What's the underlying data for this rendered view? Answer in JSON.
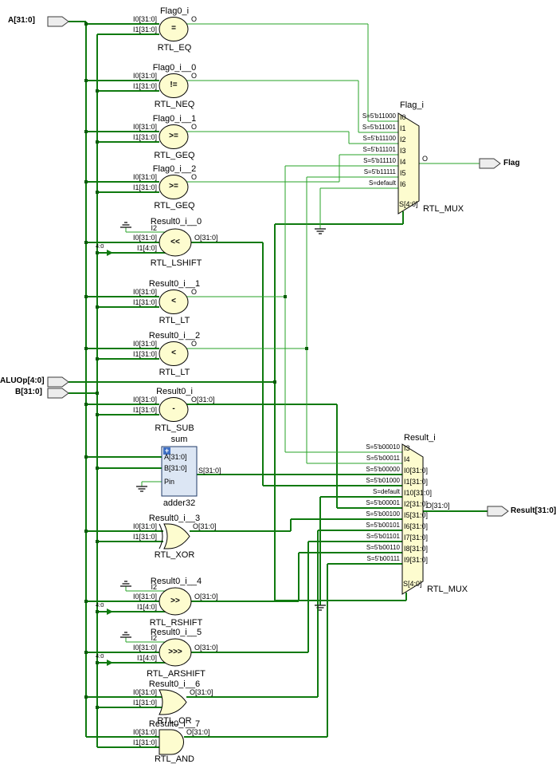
{
  "ports": {
    "a": "A[31:0]",
    "aluop": "ALUOp[4:0]",
    "b": "B[31:0]",
    "flag": "Flag",
    "result": "Result[31:0]"
  },
  "cells": [
    {
      "name": "Flag0_i",
      "type": "RTL_EQ",
      "op": "=",
      "pins": [
        "I0[31:0]",
        "I1[31:0]"
      ],
      "out": "O"
    },
    {
      "name": "Flag0_i__0",
      "type": "RTL_NEQ",
      "op": "!=",
      "pins": [
        "I0[31:0]",
        "I1[31:0]"
      ],
      "out": "O"
    },
    {
      "name": "Flag0_i__1",
      "type": "RTL_GEQ",
      "op": ">=",
      "pins": [
        "I0[31:0]",
        "I1[31:0]"
      ],
      "out": "O"
    },
    {
      "name": "Flag0_i__2",
      "type": "RTL_GEQ",
      "op": ">=",
      "pins": [
        "I0[31:0]",
        "I1[31:0]"
      ],
      "out": "O"
    },
    {
      "name": "Result0_i__0",
      "type": "RTL_LSHIFT",
      "op": "<<",
      "pins": [
        "I2",
        "I0[31:0]",
        "I1[4:0]"
      ],
      "out": "O[31:0]",
      "slice": "4:0"
    },
    {
      "name": "Result0_i__1",
      "type": "RTL_LT",
      "op": "<",
      "pins": [
        "I0[31:0]",
        "I1[31:0]"
      ],
      "out": "O"
    },
    {
      "name": "Result0_i__2",
      "type": "RTL_LT",
      "op": "<",
      "pins": [
        "I0[31:0]",
        "I1[31:0]"
      ],
      "out": "O"
    },
    {
      "name": "Result0_i",
      "type": "RTL_SUB",
      "op": "-",
      "pins": [
        "I0[31:0]",
        "I1[31:0]"
      ],
      "out": "O[31:0]"
    },
    {
      "name": "Result0_i__3",
      "type": "RTL_XOR",
      "op": "",
      "pins": [
        "I0[31:0]",
        "I1[31:0]"
      ],
      "out": "O[31:0]"
    },
    {
      "name": "Result0_i__4",
      "type": "RTL_RSHIFT",
      "op": ">>",
      "pins": [
        "I2",
        "I0[31:0]",
        "I1[4:0]"
      ],
      "out": "O[31:0]",
      "slice": "4:0"
    },
    {
      "name": "Result0_i__5",
      "type": "RTL_ARSHIFT",
      "op": ">>>",
      "pins": [
        "I2",
        "I0[31:0]",
        "I1[4:0]"
      ],
      "out": "O[31:0]",
      "slice": "4:0"
    },
    {
      "name": "Result0_i__6",
      "type": "RTL_OR",
      "op": "",
      "pins": [
        "I0[31:0]",
        "I1[31:0]"
      ],
      "out": "O[31:0]"
    },
    {
      "name": "Result0_i__7",
      "type": "RTL_AND",
      "op": "",
      "pins": [
        "I0[31:0]",
        "I1[31:0]"
      ],
      "out": "O[31:0]"
    }
  ],
  "adder": {
    "name": "sum",
    "type": "adder32",
    "pins": [
      "A[31:0]",
      "B[31:0]",
      "Pin"
    ],
    "out": "S[31:0]"
  },
  "muxes": [
    {
      "name": "Flag_i",
      "type": "RTL_MUX",
      "sel": "S[4:0]",
      "out": "O",
      "inputs": [
        {
          "cond": "S=5'b11000",
          "pin": "I0"
        },
        {
          "cond": "S=5'b11001",
          "pin": "I1"
        },
        {
          "cond": "S=5'b11100",
          "pin": "I2"
        },
        {
          "cond": "S=5'b11101",
          "pin": "I3"
        },
        {
          "cond": "S=5'b11110",
          "pin": "I4"
        },
        {
          "cond": "S=5'b11111",
          "pin": "I5"
        },
        {
          "cond": "S=default",
          "pin": "I6"
        }
      ]
    },
    {
      "name": "Result_i",
      "type": "RTL_MUX",
      "sel": "S[4:0]",
      "out": "O[31:0]",
      "inputs": [
        {
          "cond": "S=5'b00010",
          "pin": "I3"
        },
        {
          "cond": "S=5'b00011",
          "pin": "I4"
        },
        {
          "cond": "S=5'b00000",
          "pin": "I0[31:0]"
        },
        {
          "cond": "S=5'b01000",
          "pin": "I1[31:0]"
        },
        {
          "cond": "S=default",
          "pin": "I10[31:0]"
        },
        {
          "cond": "S=5'b00001",
          "pin": "I2[31:0]"
        },
        {
          "cond": "S=5'b00100",
          "pin": "I5[31:0]"
        },
        {
          "cond": "S=5'b00101",
          "pin": "I6[31:0]"
        },
        {
          "cond": "S=5'b01101",
          "pin": "I7[31:0]"
        },
        {
          "cond": "S=5'b00110",
          "pin": "I8[31:0]"
        },
        {
          "cond": "S=5'b00111",
          "pin": "I9[31:0]"
        }
      ]
    }
  ],
  "icons": {
    "expand_plus": "+"
  },
  "colors": {
    "net_bus": "#0f7a0f",
    "net_scalar": "#27a327",
    "cell_fill": "#fdfccf",
    "module_fill": "#dce6f4"
  }
}
